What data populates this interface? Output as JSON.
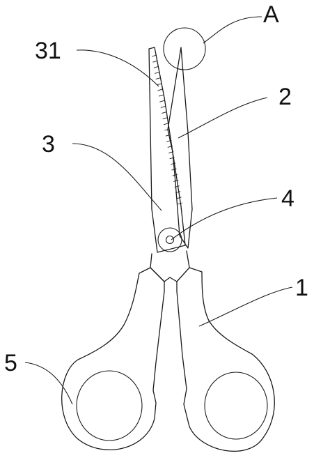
{
  "labels": {
    "a": "A",
    "p31": "31",
    "p2": "2",
    "p3": "3",
    "p4": "4",
    "p1": "1",
    "p5": "5"
  },
  "colors": {
    "line": "#1a1a1a",
    "background": "#ffffff"
  }
}
